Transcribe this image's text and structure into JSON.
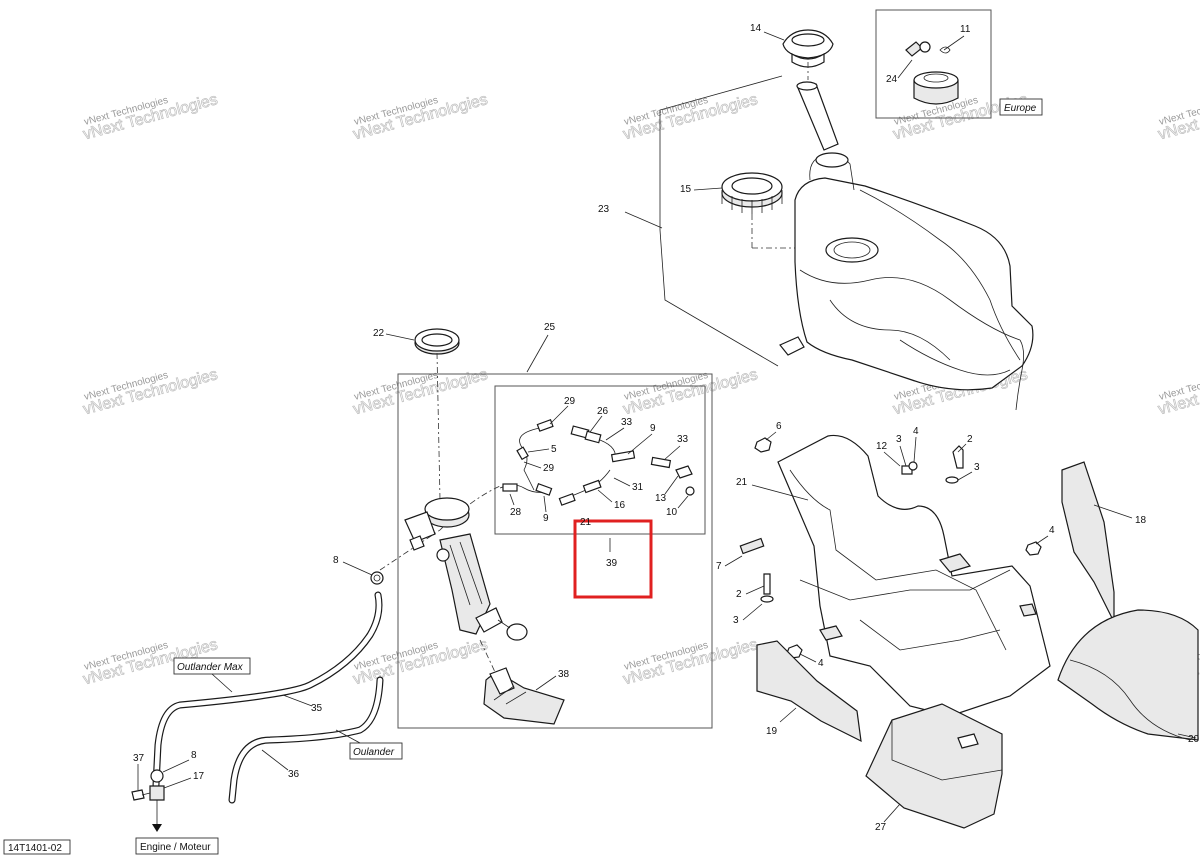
{
  "diagram": {
    "code": "14T1401-02",
    "destination": "Engine / Moteur",
    "callouts": {
      "europe": "Europe",
      "outlander_max": "Outlander Max",
      "oulander": "Oulander"
    },
    "highlight_label": "39",
    "highlight_color": "#e02020",
    "watermark_line1": "vNext Technologies",
    "watermark_line2": "vNext Technologies",
    "parts": {
      "p2a": "2",
      "p2b": "2",
      "p3a": "3",
      "p3b": "3",
      "p3c": "3",
      "p4a": "4",
      "p4b": "4",
      "p4c": "4",
      "p5": "5",
      "p6": "6",
      "p7": "7",
      "p8a": "8",
      "p8b": "8",
      "p9a": "9",
      "p9b": "9",
      "p10": "10",
      "p11": "11",
      "p12": "12",
      "p13": "13",
      "p14": "14",
      "p15": "15",
      "p16": "16",
      "p17": "17",
      "p18": "18",
      "p19": "19",
      "p20": "20",
      "p21a": "21",
      "p21b": "21",
      "p22": "22",
      "p23": "23",
      "p24": "24",
      "p25": "25",
      "p26": "26",
      "p27": "27",
      "p28": "28",
      "p29a": "29",
      "p29b": "29",
      "p31": "31",
      "p33a": "33",
      "p33b": "33",
      "p35": "35",
      "p36": "36",
      "p37": "37",
      "p38": "38"
    }
  }
}
